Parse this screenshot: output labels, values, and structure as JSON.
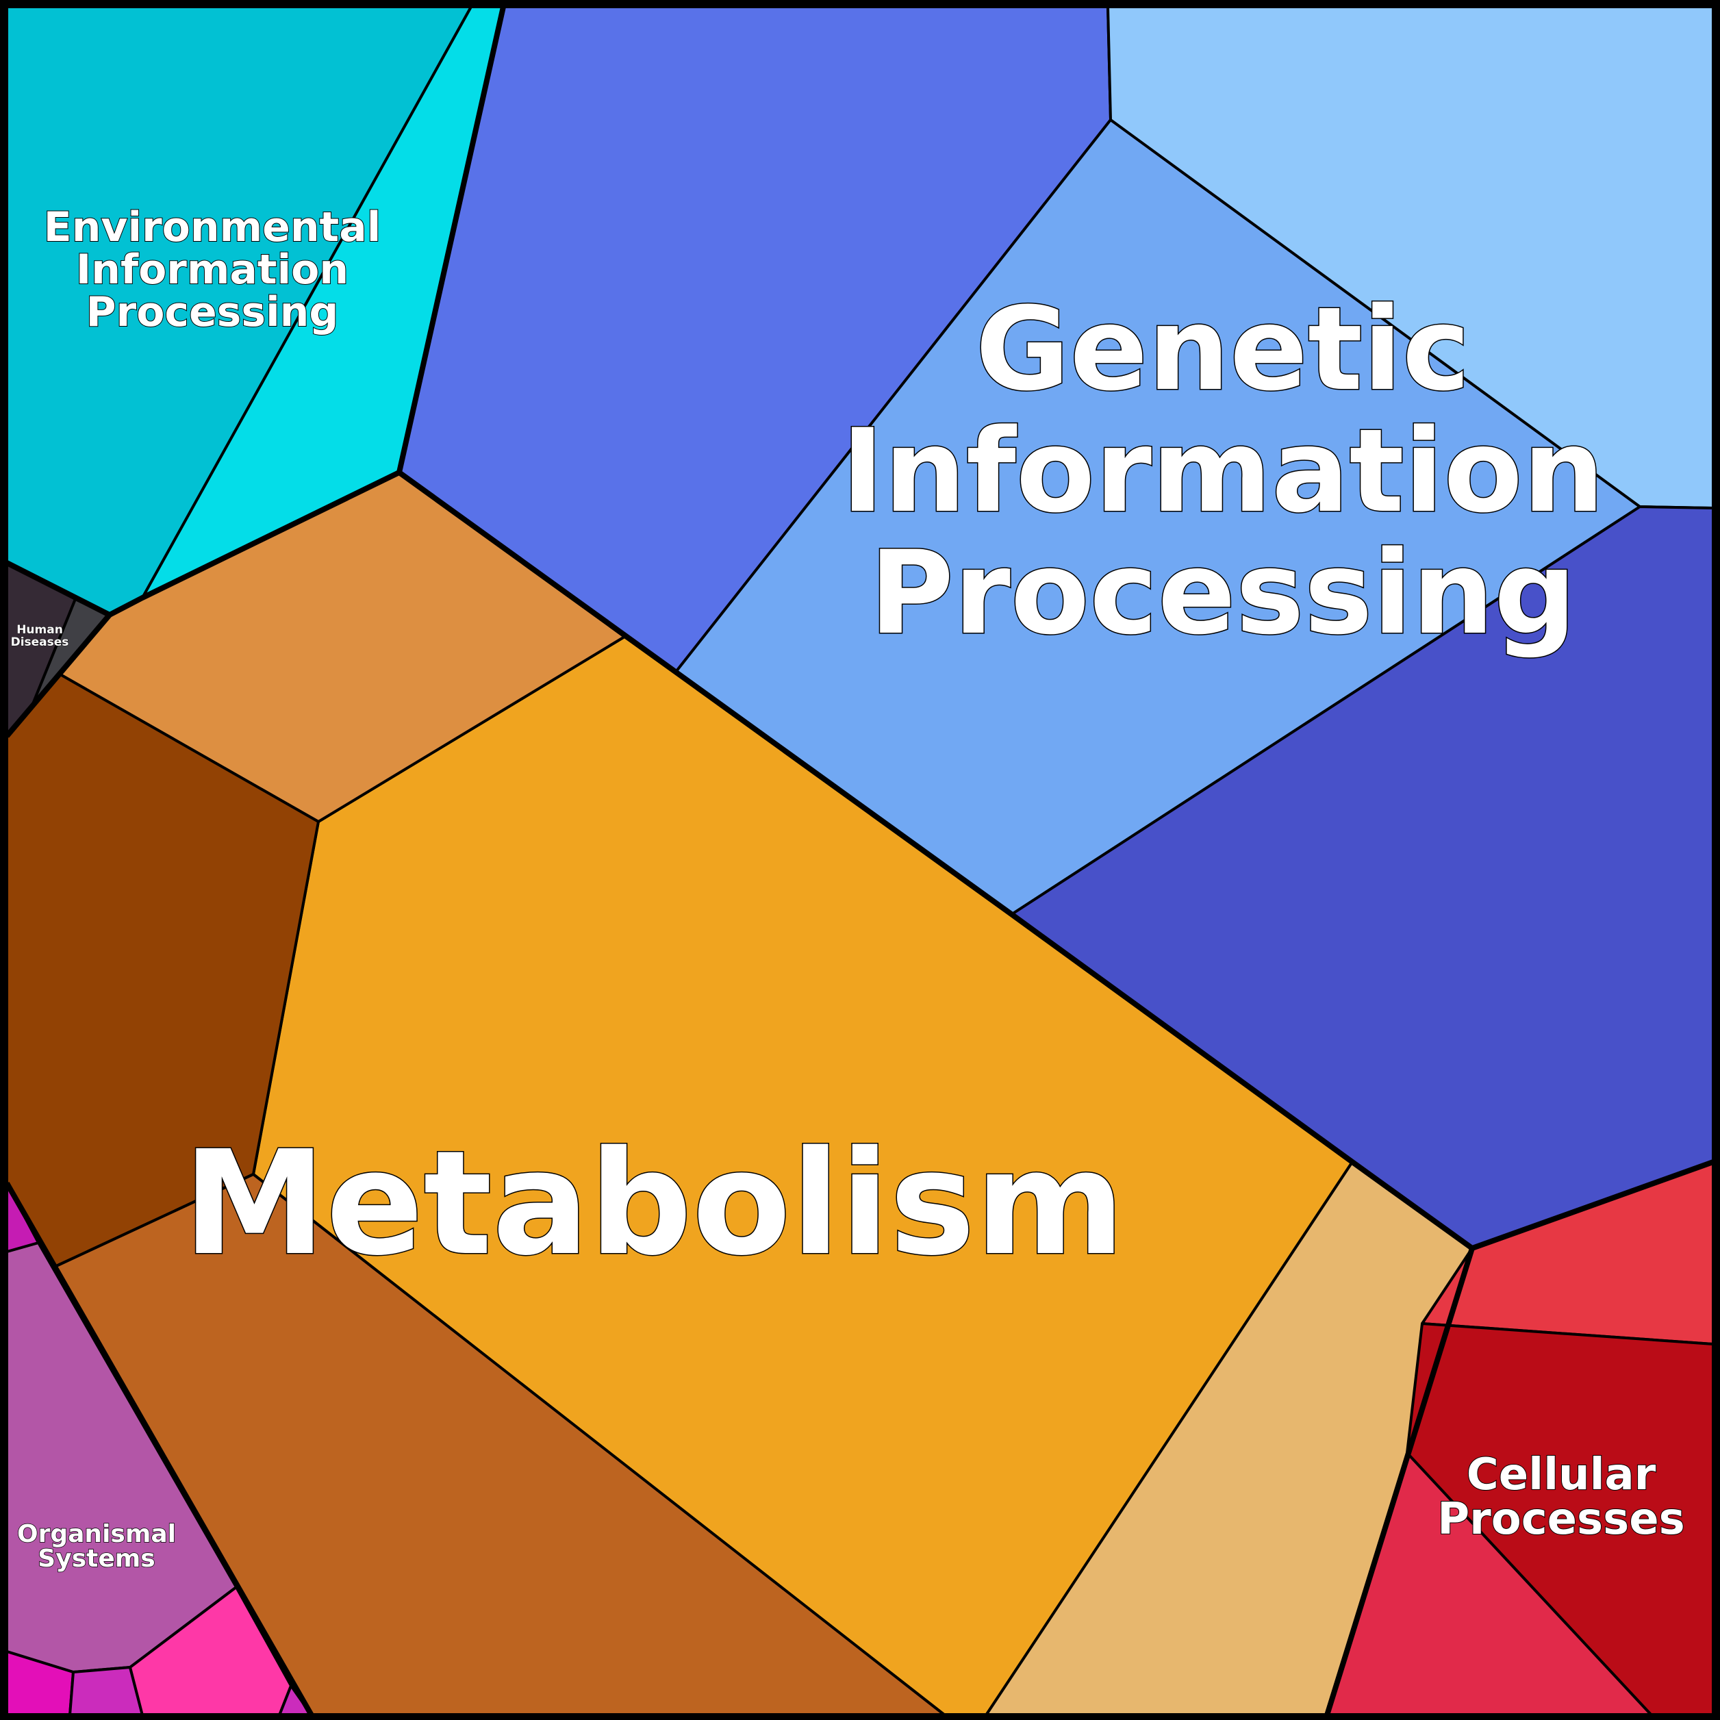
{
  "chart_data": {
    "type": "voronoi-treemap",
    "title": "",
    "categories": [
      {
        "name": "Metabolism",
        "cells": [
          {
            "color": "#F0A41F"
          },
          {
            "color": "#DD8F41"
          },
          {
            "color": "#924204"
          },
          {
            "color": "#BD6420"
          },
          {
            "color": "#E7B76E"
          }
        ]
      },
      {
        "name": "Genetic Information Processing",
        "cells": [
          {
            "color": "#5972E9"
          },
          {
            "color": "#71A8F3"
          },
          {
            "color": "#90C8FB"
          },
          {
            "color": "#4851C9"
          }
        ]
      },
      {
        "name": "Environmental Information Processing",
        "cells": [
          {
            "color": "#02C1D3"
          },
          {
            "color": "#04DDE8"
          }
        ]
      },
      {
        "name": "Cellular Processes",
        "cells": [
          {
            "color": "#E73844"
          },
          {
            "color": "#BA0C17"
          },
          {
            "color": "#E12A4A"
          }
        ]
      },
      {
        "name": "Organismal Systems",
        "cells": [
          {
            "color": "#B356A7"
          },
          {
            "color": "#C51CB3"
          },
          {
            "color": "#E30FB8"
          },
          {
            "color": "#CB2CBC"
          },
          {
            "color": "#FE38A7"
          },
          {
            "color": "#CB2CBC"
          }
        ]
      },
      {
        "name": "Human Diseases",
        "cells": [
          {
            "color": "#352A35"
          },
          {
            "color": "#404045"
          }
        ]
      }
    ]
  },
  "labels": {
    "metabolism": "Metabolism",
    "genetic": [
      "Genetic",
      "Information",
      "Processing"
    ],
    "environmental": [
      "Environmental",
      "Information",
      "Processing"
    ],
    "cellular": [
      "Cellular",
      "Processes"
    ],
    "organismal": [
      "Organismal",
      "Systems"
    ],
    "human": [
      "Human",
      "Diseases"
    ]
  }
}
